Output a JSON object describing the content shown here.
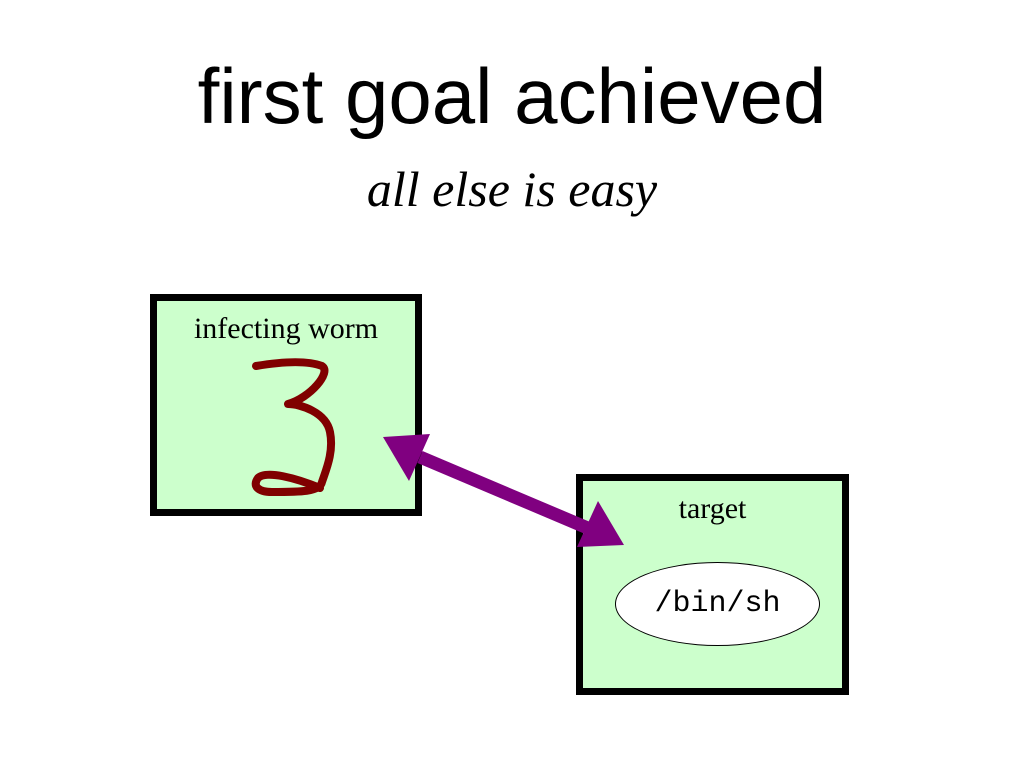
{
  "slide": {
    "title": "first goal achieved",
    "subtitle": "all else is easy"
  },
  "diagram": {
    "worm_box": {
      "label": "infecting worm",
      "fill_color": "#ccffcc",
      "marker": "3",
      "marker_color": "#800000"
    },
    "target_box": {
      "label": "target",
      "fill_color": "#ccffcc",
      "shell_label": "/bin/sh"
    },
    "connection": {
      "type": "bidirectional-arrow",
      "color": "#800080"
    }
  }
}
